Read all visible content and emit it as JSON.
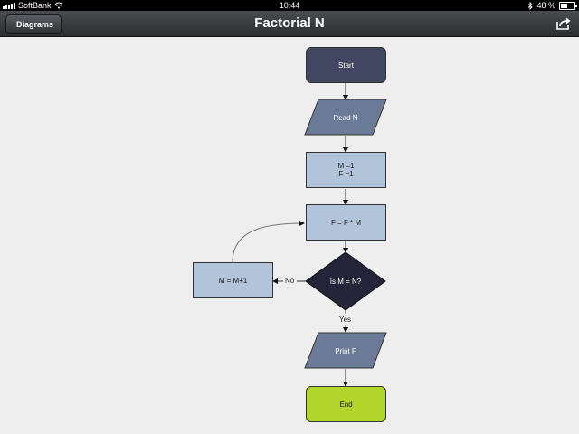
{
  "status_bar": {
    "carrier": "SoftBank",
    "time": "10:44",
    "battery": "48 %",
    "battery_level": 0.48
  },
  "nav": {
    "back_label": "Diagrams",
    "title": "Factorial N"
  },
  "flowchart": {
    "nodes": {
      "start": "Start",
      "read": "Read N",
      "init": "M =1\nF =1",
      "multiply": "F = F * M",
      "decision": "Is M = N?",
      "increment": "M = M+1",
      "print": "Print F",
      "end": "End"
    },
    "edges": {
      "no": "No",
      "yes": "Yes"
    }
  },
  "colors": {
    "start": "#414760",
    "parallelogram": "#6b7a96",
    "process": "#b1c4da",
    "decision": "#252438",
    "end": "#b2d62b"
  }
}
